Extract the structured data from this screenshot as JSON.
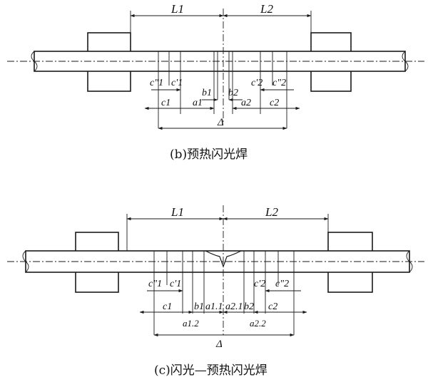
{
  "diagram_b": {
    "caption": "(b)预热闪光焊",
    "labels": {
      "L1": "L1",
      "L2": "L2",
      "c1pp": "c\"1",
      "c1p": "c'1",
      "b1": "b1",
      "b2": "b2",
      "c2p": "c'2",
      "c2pp": "c\"2",
      "c1": "c1",
      "a1": "a1",
      "a2": "a2",
      "c2": "c2",
      "delta": "Δ"
    }
  },
  "diagram_c": {
    "caption": "(c)闪光—预热闪光焊",
    "labels": {
      "L1": "L1",
      "L2": "L2",
      "c1pp": "c\"1",
      "c1p": "c'1",
      "c2p": "c'2",
      "c2pp": "c\"2",
      "c1": "c1",
      "b1": "b1",
      "a11": "a1.1",
      "a21": "a2.1",
      "b2": "b2",
      "c2": "c2",
      "a12": "a1.2",
      "a22": "a2.2",
      "delta": "Δ"
    }
  }
}
